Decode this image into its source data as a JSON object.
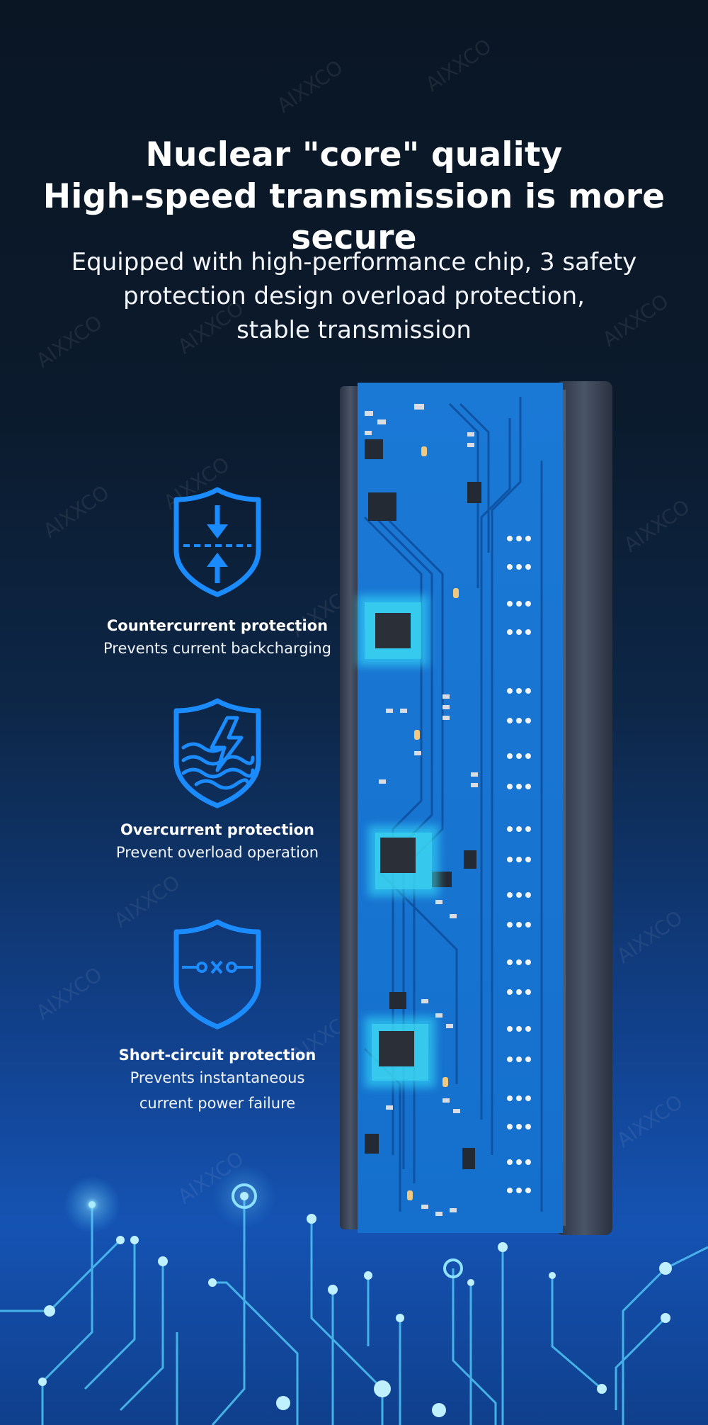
{
  "watermark": "AIXXCO",
  "headline": {
    "line1": "Nuclear \"core\" quality",
    "line2": "High-speed transmission is more secure"
  },
  "subtitle": {
    "line1": "Equipped with high-performance chip, 3 safety",
    "line2": "protection design overload protection,",
    "line3": "stable transmission"
  },
  "features": [
    {
      "icon": "shield-arrows-icon",
      "title": "Countercurrent protection",
      "desc_lines": [
        "Prevents current backcharging"
      ]
    },
    {
      "icon": "shield-lightning-waves-icon",
      "title": "Overcurrent protection",
      "desc_lines": [
        "Prevent overload operation"
      ]
    },
    {
      "icon": "shield-circuit-break-icon",
      "title": "Short-circuit protection",
      "desc_lines": [
        "Prevents instantaneous",
        "current power failure"
      ]
    }
  ],
  "colors": {
    "icon_blue": "#1a8cff",
    "pcb_blue": "#1677d9",
    "chip_glow": "#38e6ff",
    "casing": "#3c4658"
  }
}
